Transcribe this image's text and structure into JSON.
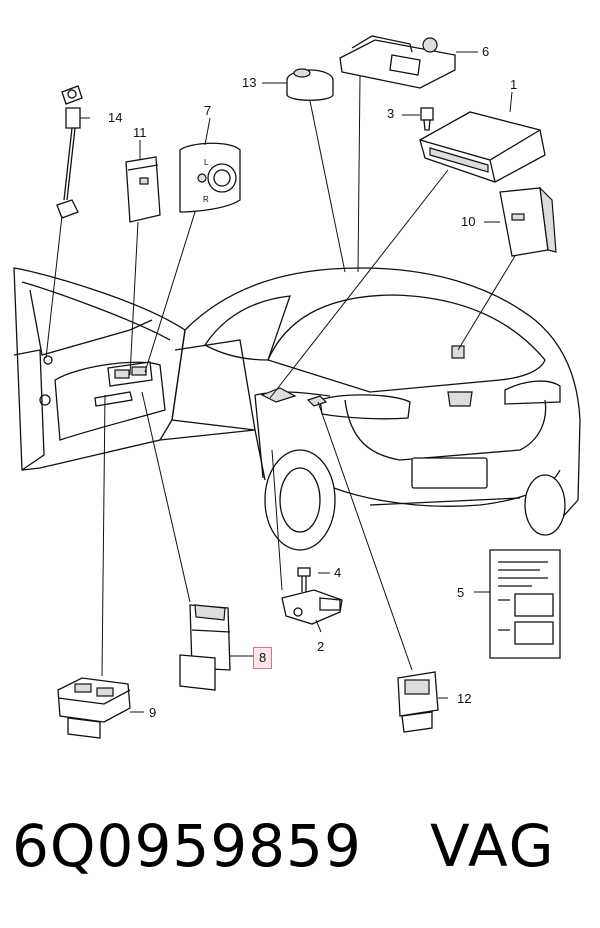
{
  "callouts": [
    {
      "id": "1",
      "label": "1"
    },
    {
      "id": "2",
      "label": "2"
    },
    {
      "id": "3",
      "label": "3"
    },
    {
      "id": "4",
      "label": "4"
    },
    {
      "id": "5",
      "label": "5"
    },
    {
      "id": "6",
      "label": "6"
    },
    {
      "id": "7",
      "label": "7"
    },
    {
      "id": "8",
      "label": "8",
      "highlighted": true
    },
    {
      "id": "9",
      "label": "9"
    },
    {
      "id": "10",
      "label": "10"
    },
    {
      "id": "11",
      "label": "11"
    },
    {
      "id": "12",
      "label": "12"
    },
    {
      "id": "13",
      "label": "13"
    },
    {
      "id": "14",
      "label": "14"
    }
  ],
  "part_number": {
    "code": "6Q0959859",
    "brand": "VAG"
  },
  "mirror_switch_marks": {
    "left": "L",
    "right": "R"
  },
  "colors": {
    "line": "#111111",
    "highlight_border": "#e0707a",
    "highlight_fill": "#fde7ea"
  }
}
